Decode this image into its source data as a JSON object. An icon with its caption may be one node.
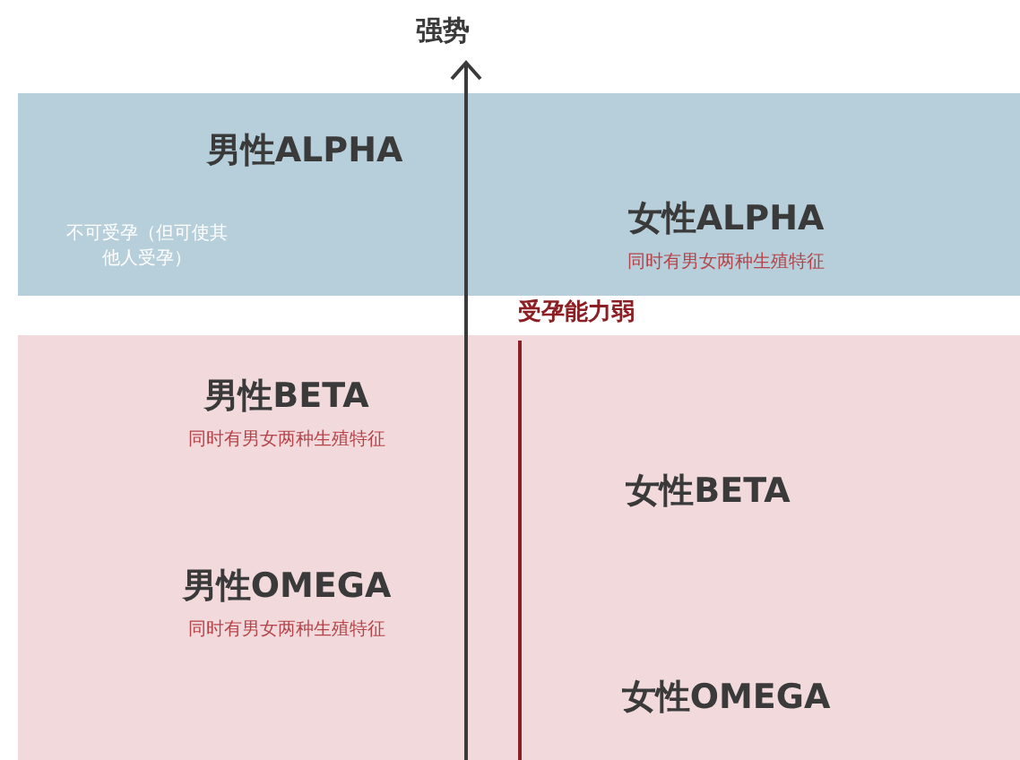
{
  "diagram": {
    "nodes": [
      {
        "text": [],
        "shape": "band"
      },
      {
        "text": [],
        "shape": "band"
      },
      {
        "text": [
          "男性ALPHA"
        ],
        "in": 0
      },
      {
        "text": [
          "不可受孕（但可使其他人受孕）"
        ],
        "in": 0
      },
      {
        "text": [
          "女性ALPHA",
          "同时有男女两种生殖特征"
        ],
        "in": 0
      },
      {
        "text": [
          "男性BETA",
          "同时有男女两种生殖特征"
        ],
        "in": 1
      },
      {
        "text": [
          "男性OMEGA",
          "同时有男女两种生殖特征"
        ],
        "in": 1
      },
      {
        "text": [
          "女性BETA"
        ],
        "in": 1
      },
      {
        "text": [
          "女性OMEGA"
        ],
        "in": 1
      }
    ],
    "edges": [],
    "labels": [
      "强势",
      "受孕能力弱"
    ]
  }
}
